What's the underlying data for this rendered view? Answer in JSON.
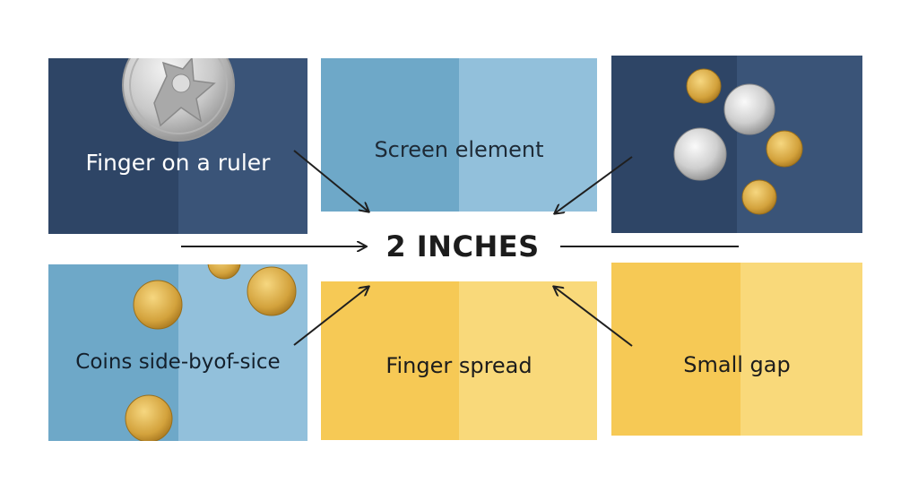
{
  "center_label": "2 INCHES",
  "panels": {
    "finger_on_ruler": {
      "label": "Finger on a ruler"
    },
    "screen_element": {
      "label": "Screen element"
    },
    "coins_pile": {
      "label": ""
    },
    "coins_side_by_side": {
      "label": "Coins side-byof-sice"
    },
    "finger_spread": {
      "label": "Finger spread"
    },
    "small_gap": {
      "label": "Small gap"
    }
  },
  "colors": {
    "navy": "#2e4566",
    "navy_light": "#3a5478",
    "sky": "#6ea8c8",
    "sky_light": "#92c0db",
    "yellow": "#f6c955",
    "yellow_light": "#f9d97a",
    "arrow": "#1f1f1f"
  },
  "icons": {
    "large_coin": "silver-coin-icon",
    "coin_cluster": "coin-cluster-icon",
    "gold_coins": "gold-coins-icon"
  }
}
